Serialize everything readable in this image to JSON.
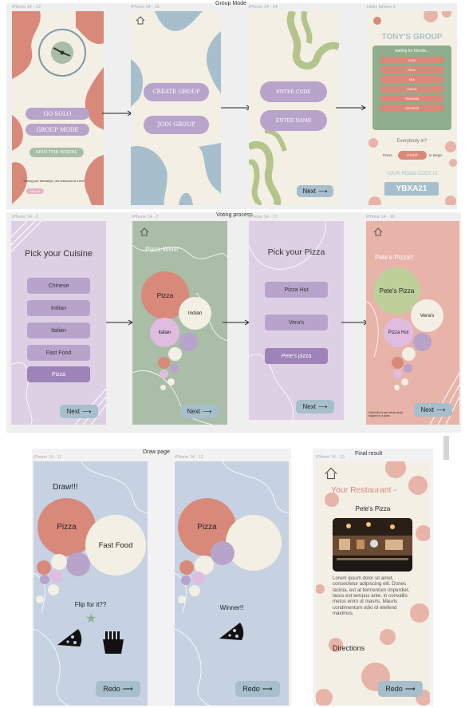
{
  "sections": {
    "group_mode": "Group Mode",
    "voting": "Voting process",
    "draw": "Draw page",
    "final": "Final result"
  },
  "frames": {
    "f1": "iPhone 14 - 13",
    "f2": "iPhone 14 - 15",
    "f3": "iPhone 14 - 14",
    "f4": "lobby iphone 3",
    "f5": "iPhone 14 - 2",
    "f6": "iPhone 14 - 7",
    "f7": "iPhone 14 - 17",
    "f8": "iPhone 14 - 16",
    "f9": "iPhone 14 - 11",
    "f10": "iPhone 14 - 12",
    "f11": "iPhone 14 - 10"
  },
  "home": {
    "go_solo": "GO SOLO",
    "group_mode": "GROUP MODE",
    "spin": "SPIN THE WHEEL",
    "tagline": "\"Saving your friendships, one restaurant at a time\"",
    "small_btn": "SIGN IN"
  },
  "create": {
    "create": "CREATE GROUP",
    "join": "JOIN GROUP"
  },
  "enter": {
    "code": "ENTER CODE",
    "name": "ENTER NAME",
    "next": "Next"
  },
  "lobby": {
    "title": "TONY'S GROUP",
    "waiting": "waiting for friends...",
    "members": [
      "TONY",
      "PAUL",
      "MIA",
      "DAVID",
      "TAHMINA",
      "GEORGE"
    ],
    "everybody": "Everybody in?",
    "press": "Press",
    "start": "START",
    "to_begin": "to Begin",
    "room_label": "YOUR ROOM CODE IS",
    "room_code": "YBXA21"
  },
  "cuisine": {
    "title": "Pick your Cuisine",
    "options": [
      "Chinese",
      "Indian",
      "Italian",
      "Fast Food",
      "Pizza"
    ],
    "next": "Next"
  },
  "pizza_wins": {
    "title": "Pizza Wins!",
    "big": "Pizza",
    "mid": "Indian",
    "small": "Italian",
    "next": "Next"
  },
  "pick_pizza": {
    "title": "Pick your Pizza",
    "options": [
      "Pizza Hut",
      "Vera's",
      "Pete's pizza"
    ],
    "next": "Next"
  },
  "petes_wins": {
    "title": "Pete's Pizza!!",
    "big": "Pete's Pizza",
    "mid": "Vera's",
    "small": "Pizza Hut",
    "hint": "Click this to see what would happen in a draw",
    "next": "Next"
  },
  "draw": {
    "title": "Draw!!!",
    "a": "Pizza",
    "b": "Fast Food",
    "flip": "Flip for it??",
    "redo": "Redo"
  },
  "winner": {
    "a": "Pizza",
    "text": "Winner!!",
    "redo": "Redo"
  },
  "final": {
    "title": "Your Restaurant -",
    "name": "Pete's Pizza",
    "body": "Lorem ipsum dolor sit amet, consectetur adipiscing elit. Donec lacinia, est at fermentum imperdiet, lacus est tempus ante, in convallis metus enim ut mauris. Mauris condimentum odio id eleifend maximus.",
    "directions": "Directions",
    "redo": "Redo"
  },
  "colors": {
    "cream": "#f3efe4",
    "salmon": "#d9897a",
    "lavender": "#b8a3cb",
    "sage": "#a9bda7",
    "blue": "#c6d2e2",
    "steel": "#a7bfcc"
  }
}
